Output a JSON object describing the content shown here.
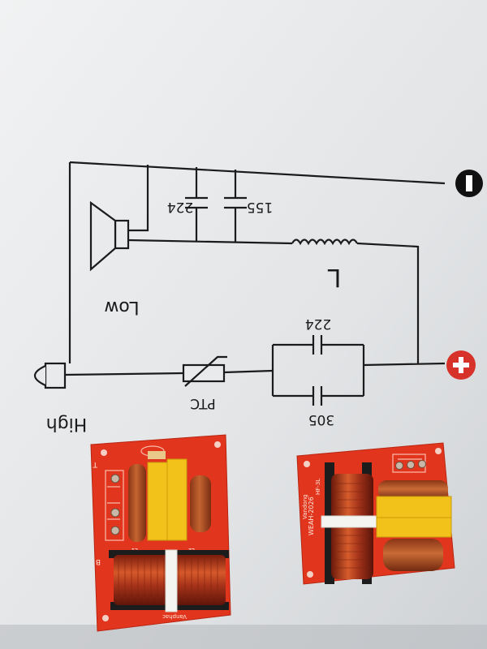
{
  "schematic": {
    "labels": {
      "high": "High",
      "low": "Low",
      "inductor": "L",
      "ptc": "PTC",
      "cap_224_top": "224",
      "cap_155": "155",
      "cap_224_mid": "224",
      "cap_305": "305"
    },
    "terminals": {
      "negative": "−",
      "positive": "+"
    }
  },
  "boards": {
    "left": {
      "markings": [
        "T",
        "B",
        "L1",
        "L2",
        "Vanphac"
      ]
    },
    "right": {
      "markings": [
        "WEAH-2026",
        "Vandong",
        "HF-3L"
      ]
    }
  },
  "colors": {
    "paper": "#e6e8ea",
    "ink": "#1b1b1b",
    "pcb": "#e2351e",
    "copper": "#b8321a",
    "capacitor_yellow": "#f2c21a",
    "terminal_red": "#d6322a"
  }
}
